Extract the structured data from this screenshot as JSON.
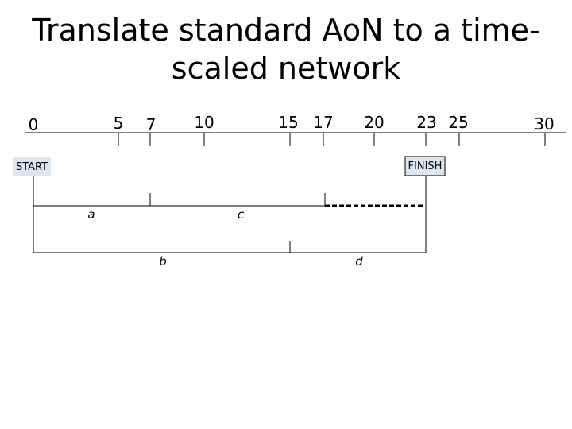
{
  "title": {
    "line1": "Translate standard AoN to a time-",
    "line2": "scaled network"
  },
  "timeline": {
    "ticks": [
      "0",
      "5",
      "7",
      "10",
      "15",
      "17",
      "20",
      "23",
      "25",
      "30"
    ]
  },
  "nodes": {
    "start": "START",
    "finish": "FINISH"
  },
  "activities": {
    "a": "a",
    "b": "b",
    "c": "c",
    "d": "d"
  },
  "colors": {
    "node_fill": "#dbe6f3",
    "line": "#000000"
  }
}
